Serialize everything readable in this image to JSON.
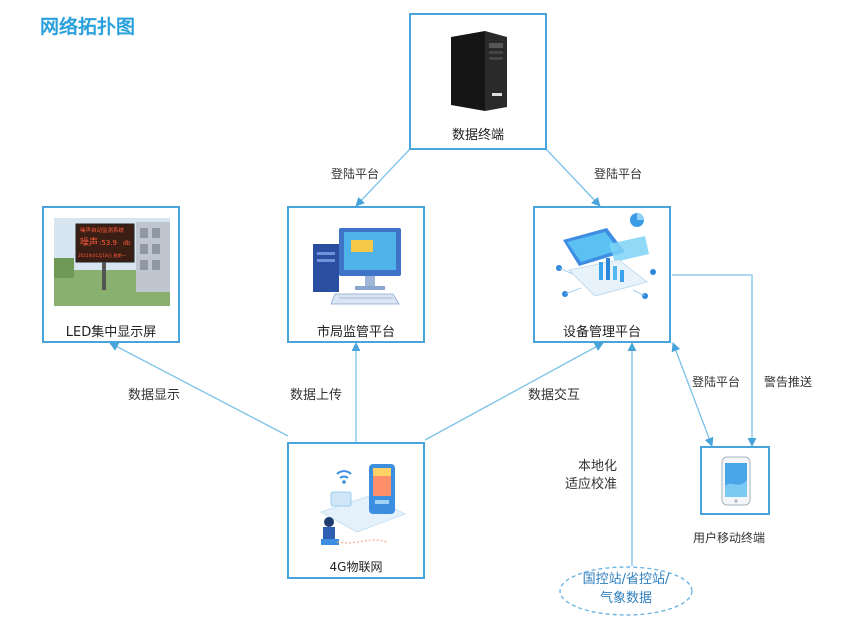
{
  "title": "网络拓扑图",
  "nodes": {
    "data_terminal": "数据终端",
    "led_screen": "LED集中显示屏",
    "city_platform": "市局监管平台",
    "device_platform": "设备管理平台",
    "iot_4g": "4G物联网",
    "mobile_terminal": "用户移动终端",
    "station_line1": "国控站/省控站/",
    "station_line2": "气象数据"
  },
  "led_display": {
    "heading": "噪声自动监测系统",
    "reading_label": "噪声",
    "reading_value": ":53.9",
    "reading_unit": "db",
    "date_line": "2021年01月18日 星期一"
  },
  "edges": {
    "login_left": "登陆平台",
    "login_right": "登陆平台",
    "data_display": "数据显示",
    "data_upload": "数据上传",
    "data_exchange": "数据交互",
    "localize_line1": "本地化",
    "localize_line2": "适应校准",
    "login_mobile": "登陆平台",
    "alert_push": "警告推送"
  },
  "colors": {
    "accent": "#2aa1dc",
    "border": "#4aa4dc",
    "line": "#7cc2e8"
  }
}
